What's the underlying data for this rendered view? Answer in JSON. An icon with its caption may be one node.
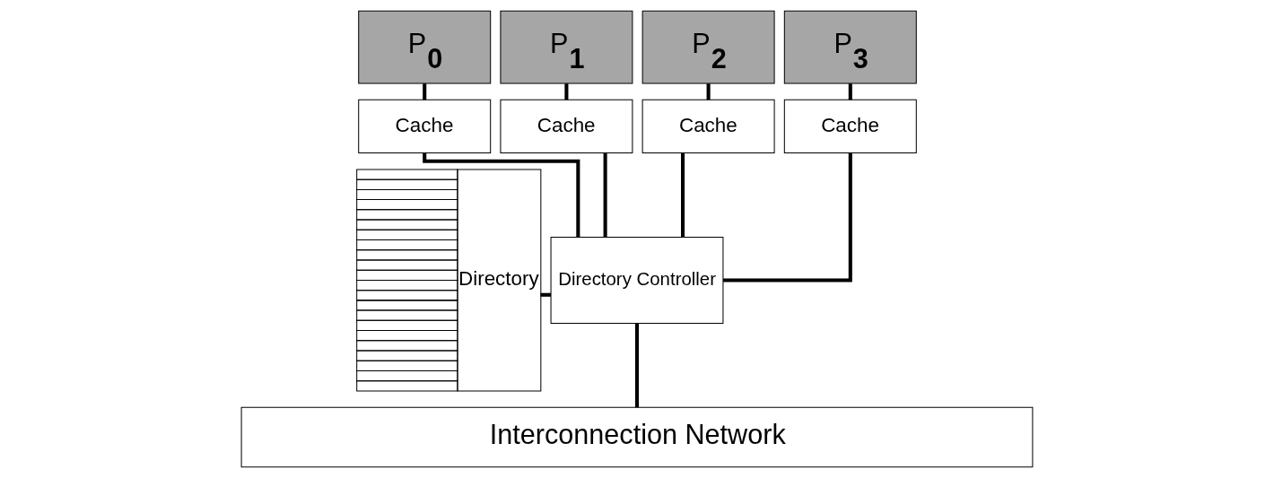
{
  "diagram": {
    "nodes": [
      {
        "text": [
          "Directory"
        ]
      },
      {
        "text": [
          "P$_{0}$"
        ]
      },
      {
        "text": [
          "P$_{1}$"
        ]
      },
      {
        "text": [
          "P$_{2}$"
        ]
      },
      {
        "text": [
          "P$_{3}$"
        ]
      },
      {
        "text": [
          "Cache"
        ]
      },
      {
        "text": [
          "Cache"
        ]
      },
      {
        "text": [
          "Cache"
        ]
      },
      {
        "text": [
          "Cache"
        ]
      },
      {
        "text": [
          "Directory Controller"
        ]
      },
      {
        "text": [
          "Interconnection Network"
        ]
      }
    ],
    "edges": [
      {
        "from": 1,
        "to": 5,
        "arrow": "none"
      },
      {
        "from": 2,
        "to": 6,
        "arrow": "none"
      },
      {
        "from": 3,
        "to": 7,
        "arrow": "none"
      },
      {
        "from": 4,
        "to": 8,
        "arrow": "none"
      },
      {
        "from": 5,
        "to": 9,
        "arrow": "none"
      },
      {
        "from": 6,
        "to": 9,
        "arrow": "none"
      },
      {
        "from": 7,
        "to": 9,
        "arrow": "none"
      },
      {
        "from": 8,
        "to": 9,
        "arrow": "none"
      },
      {
        "from": 0,
        "to": 9,
        "arrow": "none"
      },
      {
        "from": 9,
        "to": 10,
        "arrow": "none"
      }
    ]
  }
}
